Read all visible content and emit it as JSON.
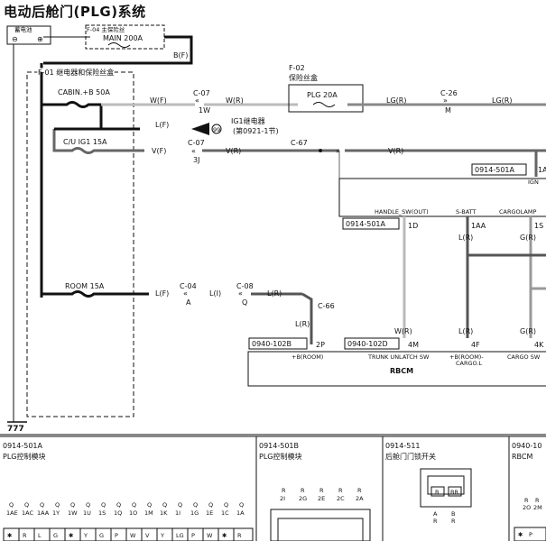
{
  "title": "电动后舱门(PLG)系统",
  "battery": {
    "label": "蓄电池",
    "minus": "⊖",
    "plus": "⊕"
  },
  "main_fuse": {
    "code": "F-04 主保险丝",
    "name": "MAIN 200A",
    "wire": "B(F)"
  },
  "relay_box": {
    "code": "F-01 继电器和保险丝盒"
  },
  "fuses": {
    "cabin": "CABIN.+B 50A",
    "cu_ig1": "C/U IG1 15A",
    "room": "ROOM 15A",
    "plg_code": "F-02",
    "plg_box": "保险丝盒",
    "plg": "PLG 20A"
  },
  "wires": {
    "w_f": "W(F)",
    "w_r": "W(R)",
    "lg_r": "LG(R)",
    "lg_r2": "LG(R)",
    "l_f": "L(F)",
    "v_f": "V(F)",
    "v_r": "V(R)",
    "v_r2": "V(R)",
    "l_f2": "L(F)",
    "l_i": "L(I)",
    "l_r": "L(R)",
    "l_r2": "L(R)",
    "w_r2": "W(R)",
    "l_r3": "L(R)",
    "g_r": "G(R)",
    "l_r4": "L(R)",
    "g_r2": "G(R)"
  },
  "connectors": {
    "c07": "C-07",
    "c07_pin": "1W",
    "c26": "C-26",
    "c26_pin": "M",
    "c07b": "C-07",
    "c07b_pin": "3J",
    "c67": "C-67",
    "c04": "C-04",
    "c04_pin": "A",
    "c08": "C-08",
    "c08_pin": "Q",
    "c66": "C-66"
  },
  "relay": {
    "code": "99",
    "name": "IG1继电器",
    "section": "(第0921-1节)"
  },
  "modules": {
    "box_0914_501a": "0914-501A",
    "pin_1a": "1A",
    "ign": "IGN",
    "handle_sw": "HANDLE_SW(OUT)",
    "s_batt": "S-BATT",
    "cargolamp": "CARGOLAMP",
    "box_0914_501a_b": "0914-501A",
    "pin_1d": "1D",
    "pin_1aa": "1AA",
    "pin_1s": "1S",
    "box_0940_102b": "0940-102B",
    "pin_2p": "2P",
    "box_0940_102d": "0940-102D",
    "pin_4m": "4M",
    "pin_4f": "4F",
    "pin_4k": "4K",
    "b_room": "+B(ROOM)",
    "trunk_unlatch": "TRUNK UNLATCH SW",
    "b_room_cargo": "+B(ROOM)-",
    "cargo_l": "CARGO.L",
    "cargo_sw": "CARGO SW",
    "rbcm": "RBCM"
  },
  "bottom": {
    "p1_code": "0914-501A",
    "p1_name": "PLG控制模块",
    "p1_pin_colors": [
      "Q",
      "Q",
      "Q",
      "Q",
      "Q",
      "Q",
      "Q",
      "Q",
      "Q",
      "Q",
      "Q",
      "Q",
      "Q",
      "Q",
      "Q",
      "Q"
    ],
    "p1_pin_ids": [
      "1AE",
      "1AC",
      "1AA",
      "1Y",
      "1W",
      "1U",
      "1S",
      "1Q",
      "1O",
      "1M",
      "1K",
      "1I",
      "1G",
      "1E",
      "1C",
      "1A"
    ],
    "p1_row_codes": [
      "✱",
      "R",
      "L",
      "G",
      "✱",
      "Y",
      "G",
      "P",
      "W",
      "V",
      "Y",
      "LG",
      "P",
      "W",
      "✱",
      "R"
    ],
    "p2_code": "0914-501B",
    "p2_name": "PLG控制模块",
    "p2_pin_colors": [
      "R",
      "R",
      "R",
      "R",
      "R"
    ],
    "p2_pin_ids": [
      "2I",
      "2G",
      "2E",
      "2C",
      "2A"
    ],
    "p3_code": "0914-511",
    "p3_name": "后舱门门锁开关",
    "p3_pins": [
      "B",
      "BR"
    ],
    "p3_pin_ids": [
      "A",
      "B"
    ],
    "p3_pin_colors": [
      "R",
      "R"
    ],
    "p4_code": "0940-10",
    "p4_name": "RBCM",
    "p4_pin_colors": [
      "R",
      "R"
    ],
    "p4_pin_ids": [
      "2O",
      "2M"
    ],
    "p4_row": [
      "✱",
      "P"
    ]
  },
  "ground": "777"
}
